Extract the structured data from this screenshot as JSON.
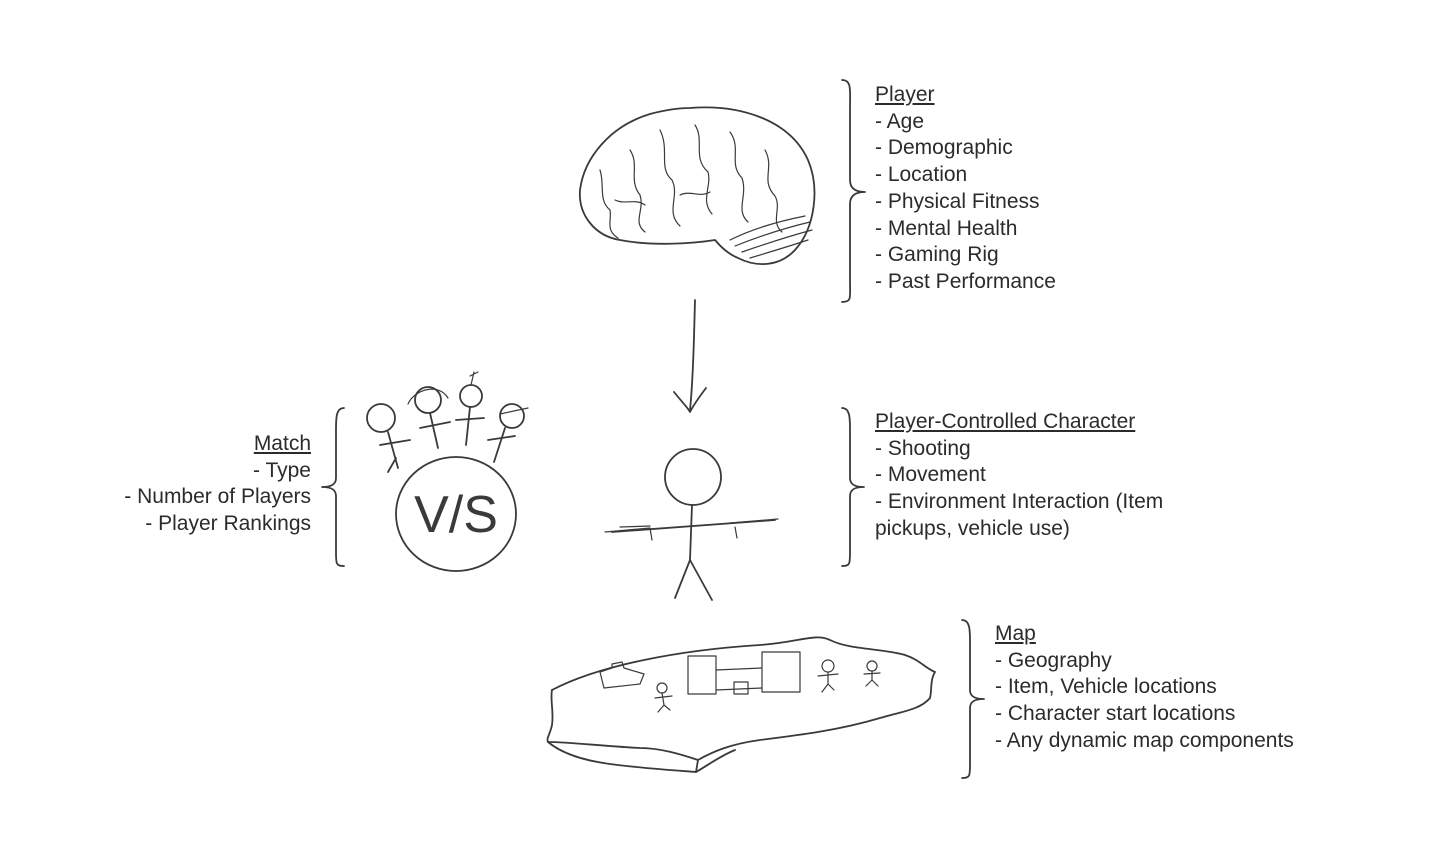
{
  "player": {
    "heading": "Player",
    "items": [
      "- Age",
      "- Demographic",
      "- Location",
      "- Physical Fitness",
      "- Mental Health",
      "- Gaming Rig",
      "- Past Performance"
    ]
  },
  "character": {
    "heading": "Player-Controlled Character",
    "items": [
      "- Shooting",
      "- Movement",
      "- Environment Interaction (Item",
      "pickups, vehicle use)"
    ]
  },
  "match": {
    "heading": "Match",
    "items": [
      "- Type",
      "- Number of Players",
      "- Player Rankings"
    ]
  },
  "map": {
    "heading": "Map",
    "items": [
      "- Geography",
      "- Item, Vehicle locations",
      "- Character start locations",
      "- Any dynamic map components"
    ]
  },
  "vs_label": "V/S"
}
